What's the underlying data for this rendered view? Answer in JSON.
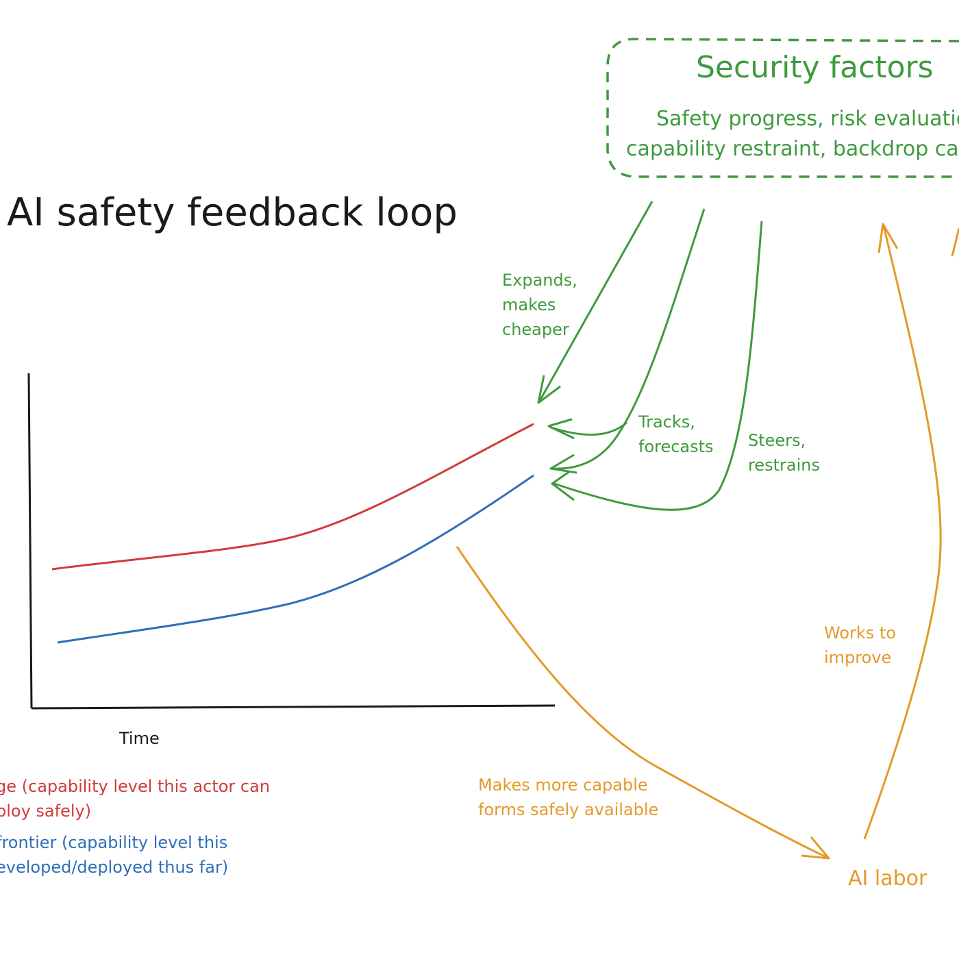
{
  "title": "AI safety feedback loop",
  "security_box": {
    "title": "Security factors",
    "line1": "Safety progress, risk evaluatio",
    "line2": "capability restraint, backdrop cap"
  },
  "arrow_labels": {
    "expands": [
      "Expands,",
      "makes",
      "cheaper"
    ],
    "tracks": [
      "Tracks,",
      "forecasts"
    ],
    "steers": [
      "Steers,",
      "restrains"
    ],
    "works": [
      "Works to",
      "improve"
    ],
    "makes_more": [
      "Makes more capable",
      "forms safely available"
    ]
  },
  "ai_labor": "AI labor",
  "chart": {
    "xlabel": "Time",
    "legend_red": [
      "ge (capability level this actor can",
      "ploy safely)"
    ],
    "legend_blue": [
      "frontier (capability level this",
      "eveloped/deployed thus far)"
    ]
  },
  "colors": {
    "green": "#3f9a3f",
    "orange": "#e39a2a",
    "red": "#d23a3a",
    "blue": "#2f6fb8",
    "axis": "#1a1a1a"
  }
}
